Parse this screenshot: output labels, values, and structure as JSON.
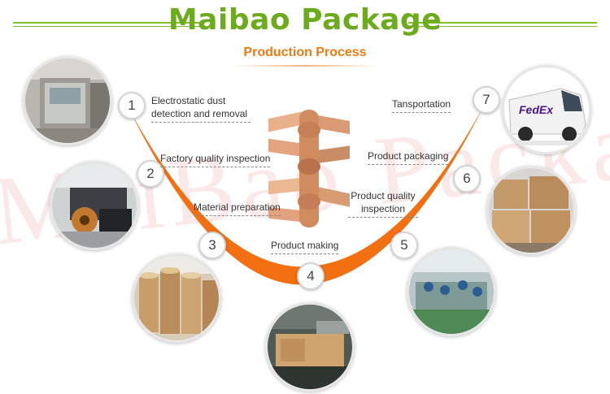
{
  "header": {
    "title": "Maibao Package",
    "subtitle": "Production Process"
  },
  "watermark": "MaiBao Packa",
  "steps": [
    {
      "number": "1",
      "label": "Electrostatic dust detection and removal"
    },
    {
      "number": "2",
      "label": "Factory quality inspection"
    },
    {
      "number": "3",
      "label": "Material preparation"
    },
    {
      "number": "4",
      "label": "Product making"
    },
    {
      "number": "5",
      "label": "Product quality inspection"
    },
    {
      "number": "6",
      "label": "Product packaging"
    },
    {
      "number": "7",
      "label": "Tansportation"
    }
  ],
  "van_logo": "FedEx",
  "colors": {
    "title": "#6cab1c",
    "subtitle": "#f07a12",
    "arc": "#f26f12",
    "rules": "#7fbf2a"
  }
}
